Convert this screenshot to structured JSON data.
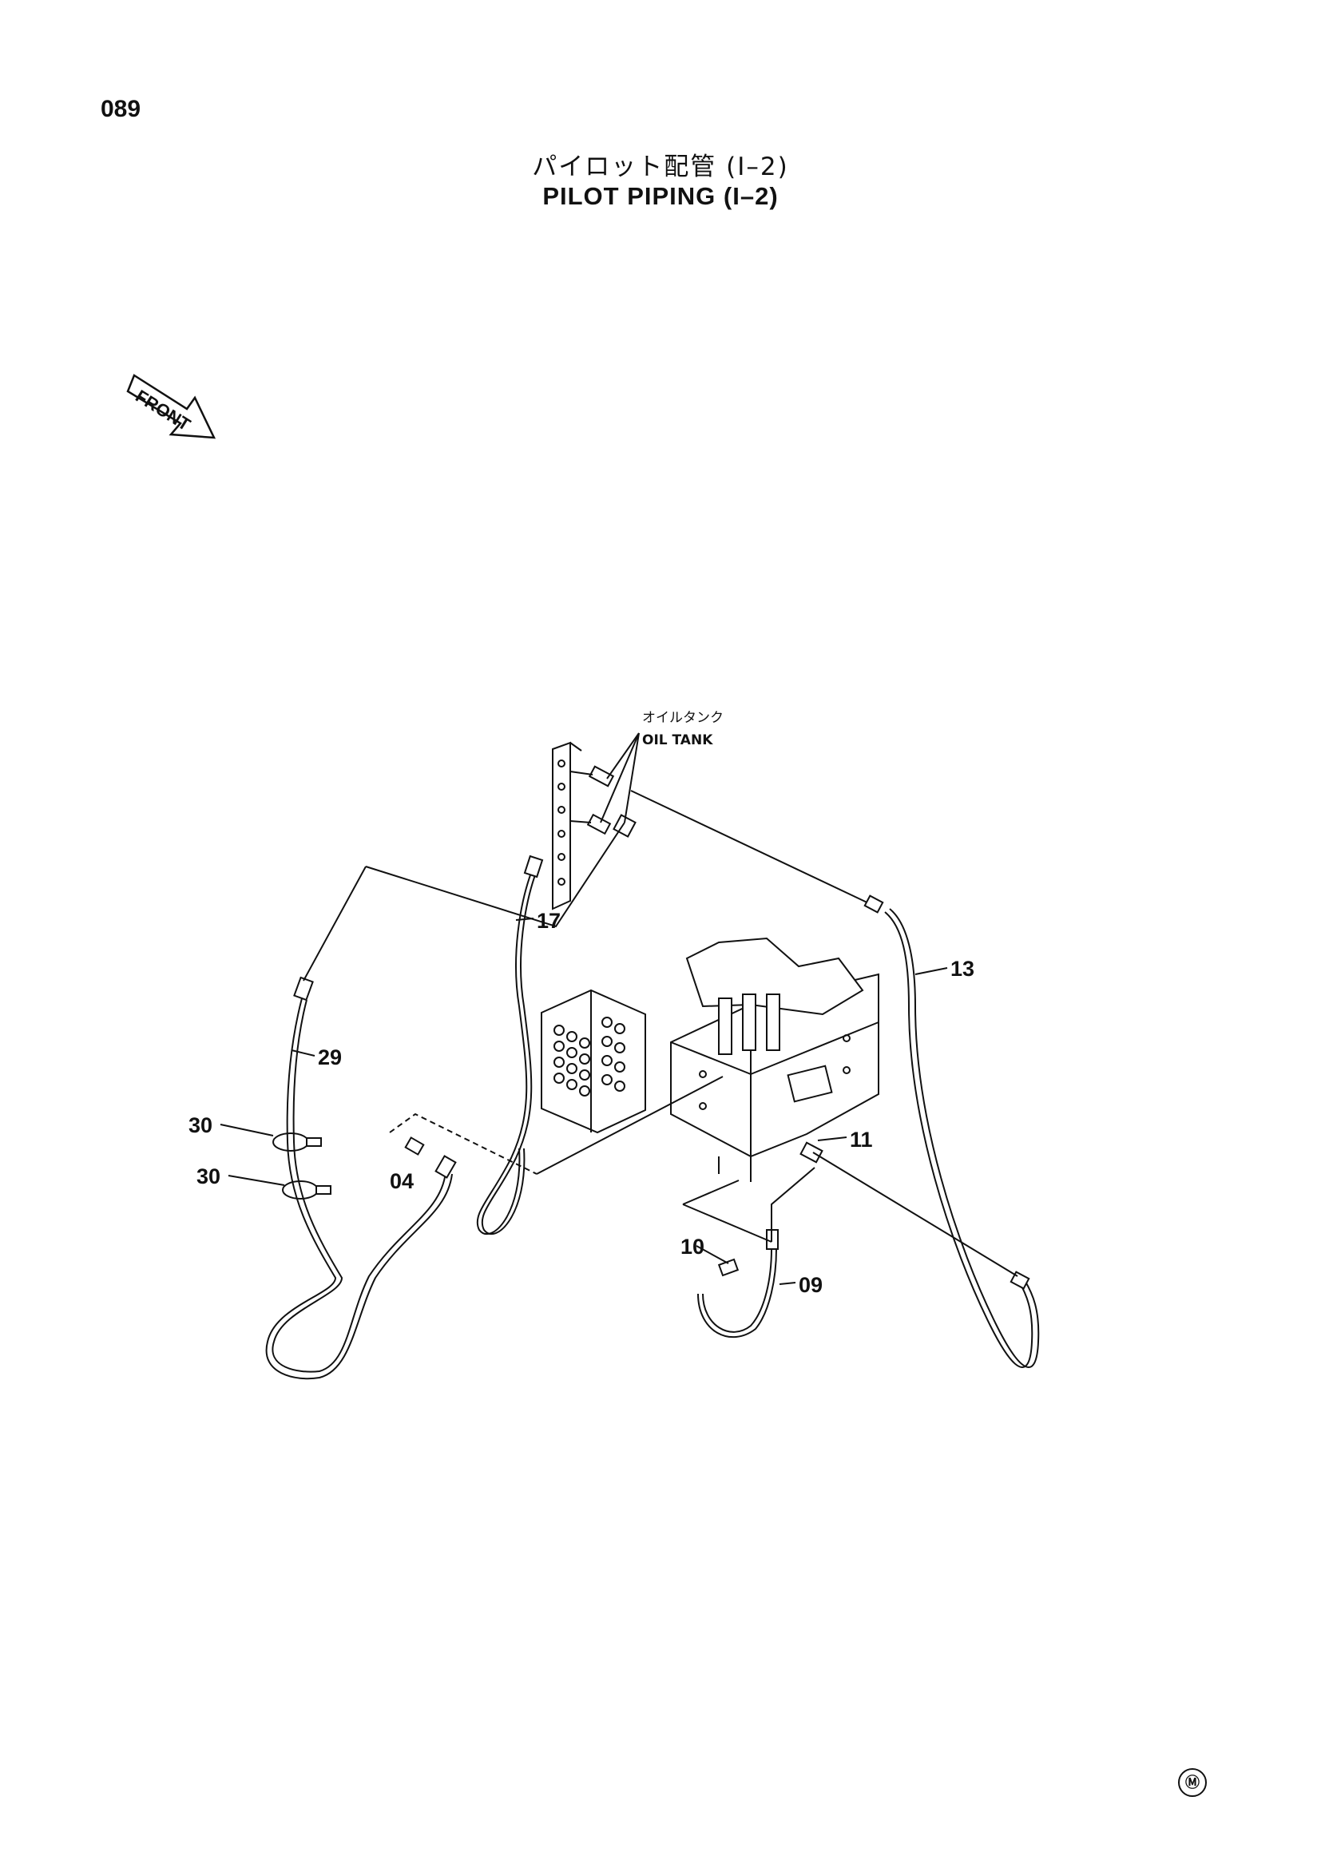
{
  "page": {
    "number": "089",
    "title_jp": "パイロット配管 (I–2)",
    "title_en": "PILOT PIPING (I–2)"
  },
  "front_marker": {
    "text": "FRONT"
  },
  "oil_tank": {
    "label_jp": "オイルタンク",
    "label_en": "OIL TANK"
  },
  "callouts": [
    "17",
    "13",
    "29",
    "30",
    "30",
    "04",
    "11",
    "10",
    "09"
  ],
  "footer_mark": "Ⓜ"
}
